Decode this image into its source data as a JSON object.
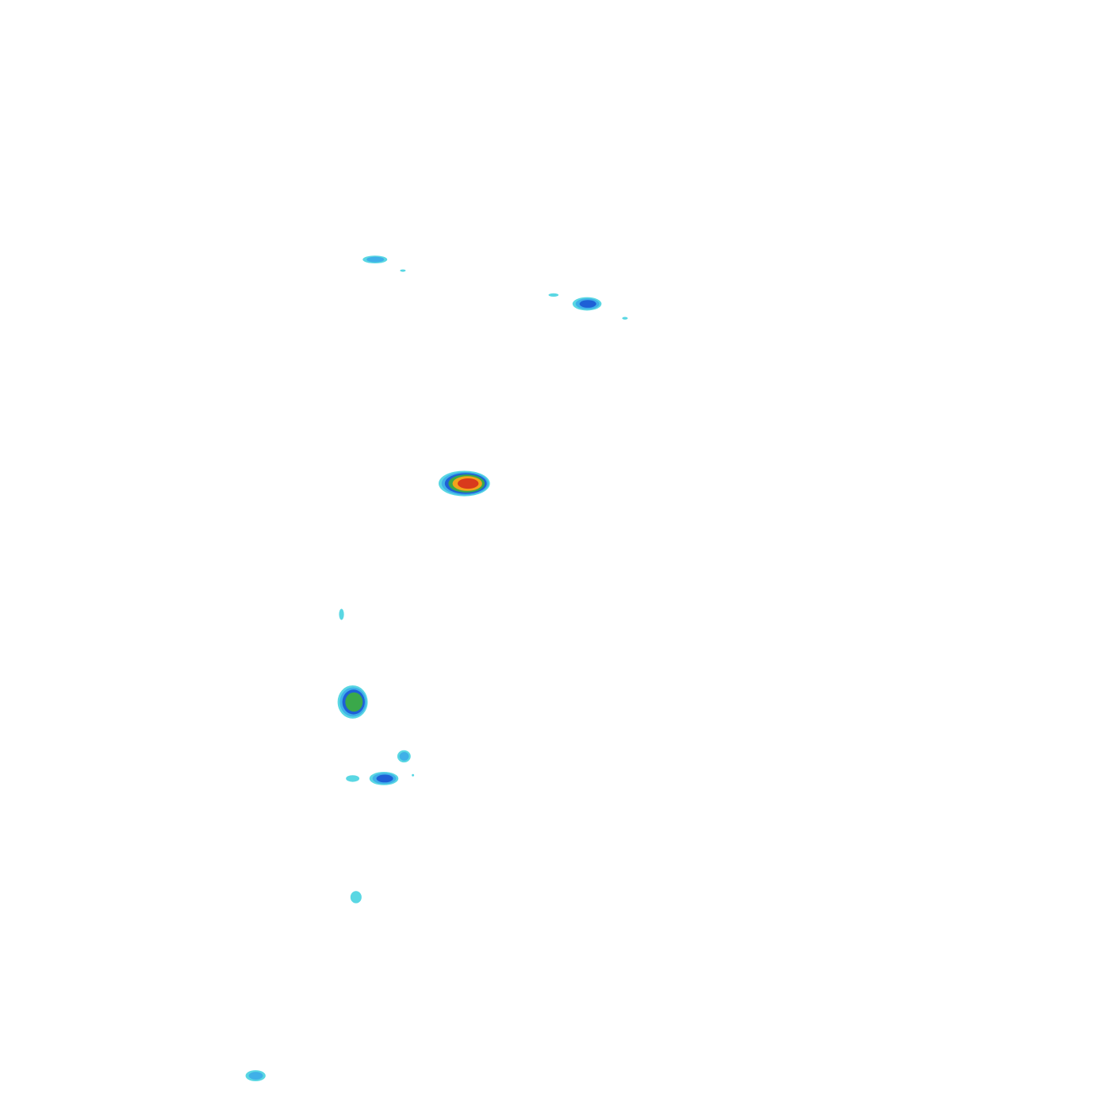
{
  "chart_data": {
    "type": "heatmap",
    "style": "filled-contour",
    "grid": false,
    "axes_visible": false,
    "legend": "none",
    "colormap": {
      "levels": [
        1,
        2,
        3,
        4,
        5,
        6
      ],
      "colors": [
        "#5ad7e3",
        "#3fb0e8",
        "#1e60d6",
        "#3aa84a",
        "#f2a31b",
        "#d93a1c"
      ],
      "background": "#ffffff"
    },
    "x_range": [
      0,
      100
    ],
    "y_range": [
      0,
      100
    ],
    "blobs": [
      {
        "id": "b1",
        "x": 33.6,
        "y": 76.6,
        "peak": 2,
        "rx": 1.1,
        "ry": 0.35
      },
      {
        "id": "b2",
        "x": 36.1,
        "y": 75.6,
        "peak": 1,
        "rx": 0.25,
        "ry": 0.08
      },
      {
        "id": "b3",
        "x": 49.6,
        "y": 73.4,
        "peak": 1,
        "rx": 0.45,
        "ry": 0.15
      },
      {
        "id": "b4",
        "x": 52.6,
        "y": 72.6,
        "peak": 3,
        "rx": 1.3,
        "ry": 0.6
      },
      {
        "id": "b5",
        "x": 56.0,
        "y": 71.3,
        "peak": 1,
        "rx": 0.25,
        "ry": 0.12
      },
      {
        "id": "b6",
        "x": 41.6,
        "y": 56.4,
        "peak": 6,
        "rx": 2.3,
        "ry": 1.15
      },
      {
        "id": "b7",
        "x": 30.6,
        "y": 44.6,
        "peak": 1,
        "rx": 0.22,
        "ry": 0.5
      },
      {
        "id": "b8",
        "x": 31.6,
        "y": 36.7,
        "peak": 4.5,
        "rx": 1.35,
        "ry": 1.5
      },
      {
        "id": "b9",
        "x": 36.2,
        "y": 31.8,
        "peak": 2,
        "rx": 0.6,
        "ry": 0.55
      },
      {
        "id": "b10",
        "x": 34.4,
        "y": 29.8,
        "peak": 3,
        "rx": 1.3,
        "ry": 0.6
      },
      {
        "id": "b11",
        "x": 31.6,
        "y": 29.8,
        "peak": 1,
        "rx": 0.6,
        "ry": 0.3
      },
      {
        "id": "b12",
        "x": 37.0,
        "y": 30.1,
        "peak": 1,
        "rx": 0.08,
        "ry": 0.08
      },
      {
        "id": "b13",
        "x": 31.9,
        "y": 19.1,
        "peak": 1,
        "rx": 0.5,
        "ry": 0.55
      },
      {
        "id": "b14",
        "x": 22.9,
        "y": 3.0,
        "peak": 2,
        "rx": 0.9,
        "ry": 0.5
      }
    ]
  }
}
